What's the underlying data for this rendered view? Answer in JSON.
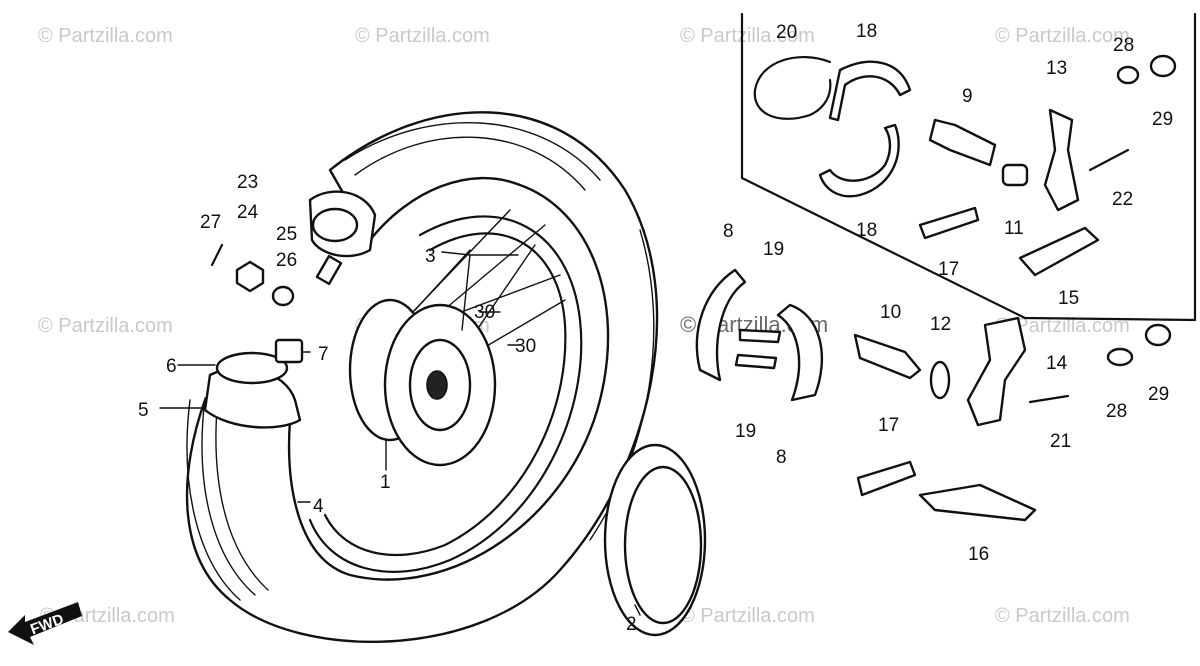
{
  "watermark": {
    "text": "© Partzilla.com",
    "center_text": "© Partzilla.com"
  },
  "direction_label": "FWD",
  "callouts": [
    "1",
    "2",
    "3",
    "4",
    "5",
    "6",
    "7",
    "8",
    "8",
    "9",
    "10",
    "11",
    "12",
    "13",
    "14",
    "15",
    "16",
    "17",
    "17",
    "18",
    "18",
    "19",
    "19",
    "20",
    "21",
    "22",
    "23",
    "24",
    "25",
    "26",
    "27",
    "28",
    "28",
    "29",
    "29",
    "30",
    "30"
  ]
}
